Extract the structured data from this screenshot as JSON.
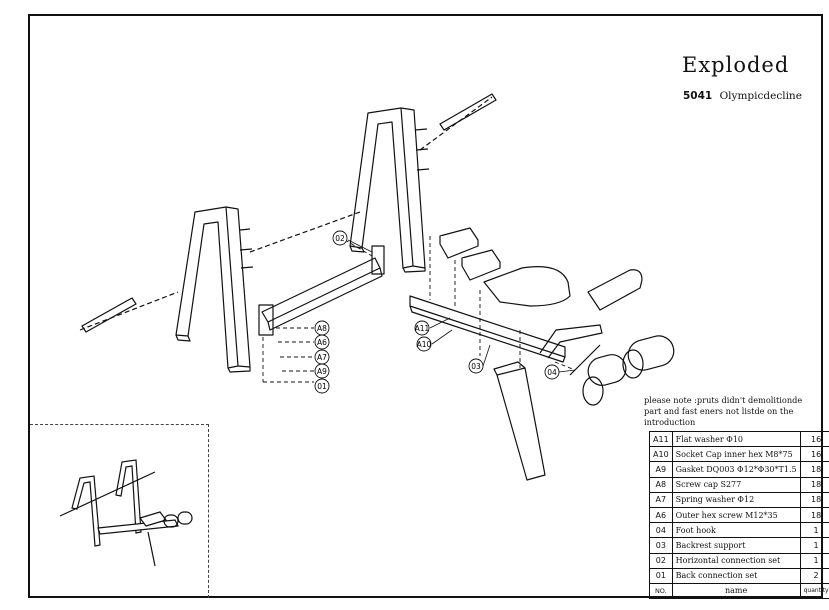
{
  "title": "Exploded",
  "model_number": "5041",
  "model_name": "Olympicdecline",
  "note": "please note :pruts didn't demolitionde part and fast eners not listde on the introduction",
  "callouts": [
    "02",
    "A8",
    "A6",
    "A7",
    "A9",
    "01",
    "A11",
    "A10",
    "03",
    "04"
  ],
  "parts_table": {
    "header": {
      "no": "NO.",
      "name": "name",
      "quantity": "quantity"
    },
    "rows": [
      {
        "no": "A11",
        "name": "Flat washer Φ10",
        "quantity": "16"
      },
      {
        "no": "A10",
        "name": "Socket Cap inner hex M8*75",
        "quantity": "16"
      },
      {
        "no": "A9",
        "name": "Gasket DQ003 Φ12*Φ30*T1.5",
        "quantity": "18"
      },
      {
        "no": "A8",
        "name": "Screw cap S277",
        "quantity": "18"
      },
      {
        "no": "A7",
        "name": "Spring washer Φ12",
        "quantity": "18"
      },
      {
        "no": "A6",
        "name": "Outer hex screw M12*35",
        "quantity": "18"
      },
      {
        "no": "04",
        "name": "Foot hook",
        "quantity": "1"
      },
      {
        "no": "03",
        "name": "Backrest support",
        "quantity": "1"
      },
      {
        "no": "02",
        "name": "Horizontal connection set",
        "quantity": "1"
      },
      {
        "no": "01",
        "name": "Back connection set",
        "quantity": "2"
      }
    ]
  }
}
